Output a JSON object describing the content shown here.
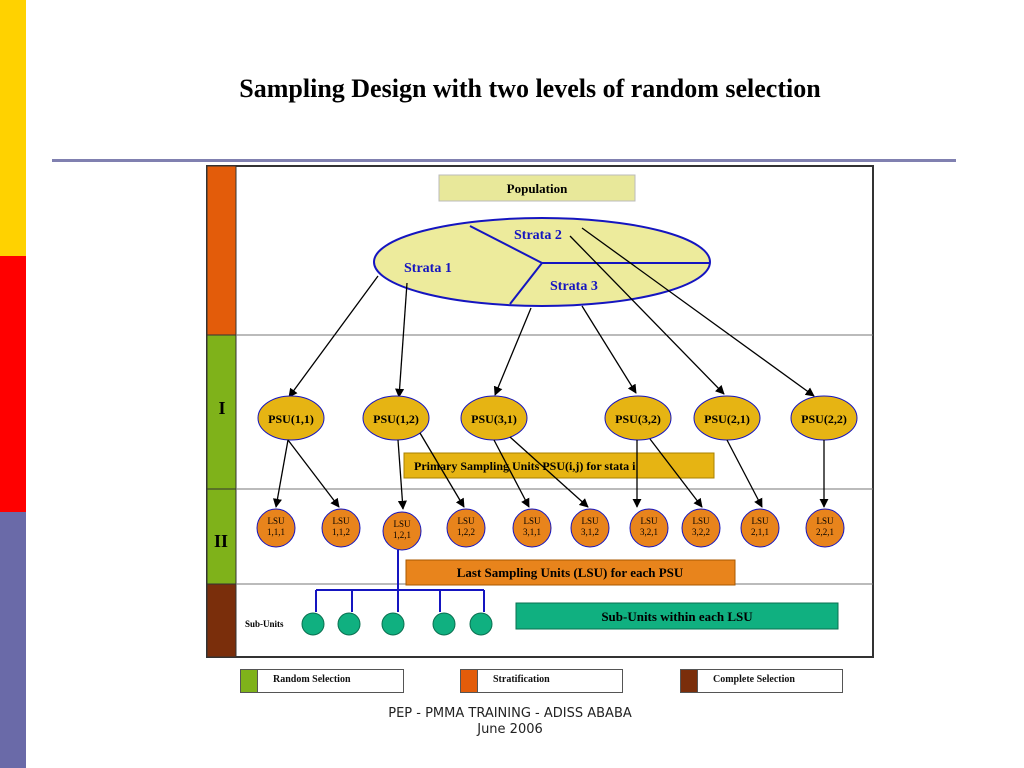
{
  "title": "Sampling Design with two levels of random selection",
  "colors": {
    "bar_top": "#FFD200",
    "bar_mid": "#FF0000",
    "bar_bottom": "#6A6AA8",
    "stratification": "#E35C0A",
    "random_selection": "#7FB21A",
    "complete_selection": "#7A2E0B",
    "population_fill": "#E8E89A",
    "ellipse_fill": "#EDEB9C",
    "psu_fill": "#E6B413",
    "lsu_fill": "#E8841C",
    "subunit_fill": "#10B080",
    "blue_lines": "#1515C0"
  },
  "diagram": {
    "population": "Population",
    "strata": [
      "Strata 1",
      "Strata 2",
      "Strata 3"
    ],
    "level_labels": [
      "I",
      "II"
    ],
    "psu": [
      "PSU(1,1)",
      "PSU(1,2)",
      "PSU(3,1)",
      "PSU(3,2)",
      "PSU(2,1)",
      "PSU(2,2)"
    ],
    "psu_caption": "Primary Sampling Units PSU(i,j) for stata i",
    "lsu": [
      {
        "top": "LSU",
        "bottom": "1,1,1"
      },
      {
        "top": "LSU",
        "bottom": "1,1,2"
      },
      {
        "top": "LSU",
        "bottom": "1,2,1"
      },
      {
        "top": "LSU",
        "bottom": "1,2,2"
      },
      {
        "top": "LSU",
        "bottom": "3,1,1"
      },
      {
        "top": "LSU",
        "bottom": "3,1,2"
      },
      {
        "top": "LSU",
        "bottom": "3,2,1"
      },
      {
        "top": "LSU",
        "bottom": "3,2,2"
      },
      {
        "top": "LSU",
        "bottom": "2,1,1"
      },
      {
        "top": "LSU",
        "bottom": "2,2,1"
      }
    ],
    "lsu_caption": "Last Sampling Units (LSU) for each PSU",
    "subunits_label": "Sub-Units",
    "subunits_caption": "Sub-Units within each LSU"
  },
  "legend": [
    {
      "label": "Random Selection",
      "color": "#7FB21A"
    },
    {
      "label": "Stratification",
      "color": "#E35C0A"
    },
    {
      "label": "Complete Selection",
      "color": "#7A2E0B"
    }
  ],
  "footer": {
    "line1": "PEP - PMMA TRAINING - ADISS ABABA",
    "line2": "June 2006"
  }
}
